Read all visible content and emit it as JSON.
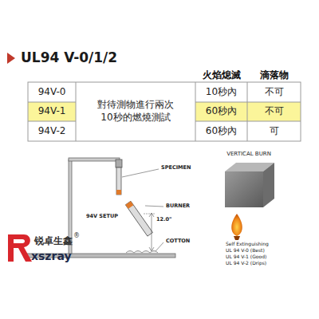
{
  "diagram": {
    "title": "UL94 V-0/1/2",
    "labels": [
      "火焰熄滅",
      "滴落物",
      "94V-0",
      "對待測物進行兩次 10秒的燃燒測試",
      "10秒內",
      "不可",
      "94V-1",
      "60秒內",
      "不可",
      "94V-2",
      "60秒內",
      "可",
      "SPECIMEN",
      "BURNER",
      "12.0\"",
      "94V SETUP",
      "COTTON",
      "VERTICAL BURN",
      "Self Extinguishing",
      "UL 94 V-0 (Best)",
      "UL 94 V-1 (Good)",
      "UL 94 V-2 (Drips)",
      "锐卓生鑫",
      "®",
      "xszray"
    ]
  }
}
